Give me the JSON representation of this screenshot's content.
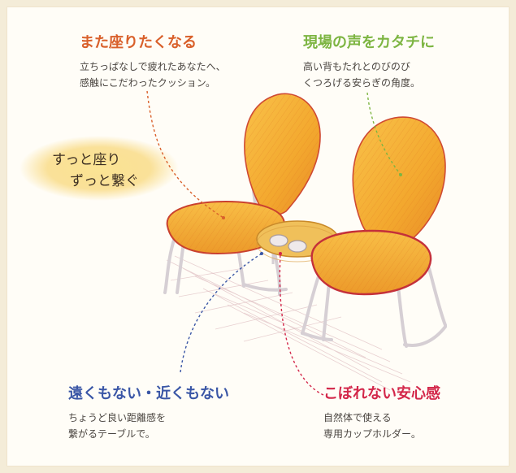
{
  "colors": {
    "orange": "#d9602b",
    "green": "#7db542",
    "blue": "#3a56a6",
    "crimson": "#d3274a",
    "cushion": "#f3a82e",
    "cushion_edge": "#c9402f",
    "frame": "#d8d2d6",
    "glow": "#f8d571"
  },
  "tagline": {
    "line1": "すっと座り",
    "line2": "ずっと繋ぐ"
  },
  "features": {
    "top_left": {
      "heading": "また座りたくなる",
      "line1": "立ちっぱなしで疲れたあなたへ、",
      "line2": "感触にこだわったクッション。",
      "icon": "leader-line-icon"
    },
    "top_right": {
      "heading": "現場の声をカタチに",
      "line1": "高い背もたれとのびのび",
      "line2": "くつろげる安らぎの角度。",
      "icon": "leader-line-icon"
    },
    "bottom_left": {
      "heading": "遠くもない・近くもない",
      "line1": "ちょうど良い距離感を",
      "line2": "繋がるテーブルで。",
      "icon": "leader-line-icon"
    },
    "bottom_right": {
      "heading": "こぼれない安心感",
      "line1": "自然体で使える",
      "line2": "専用カップホルダー。",
      "icon": "leader-line-icon"
    }
  }
}
